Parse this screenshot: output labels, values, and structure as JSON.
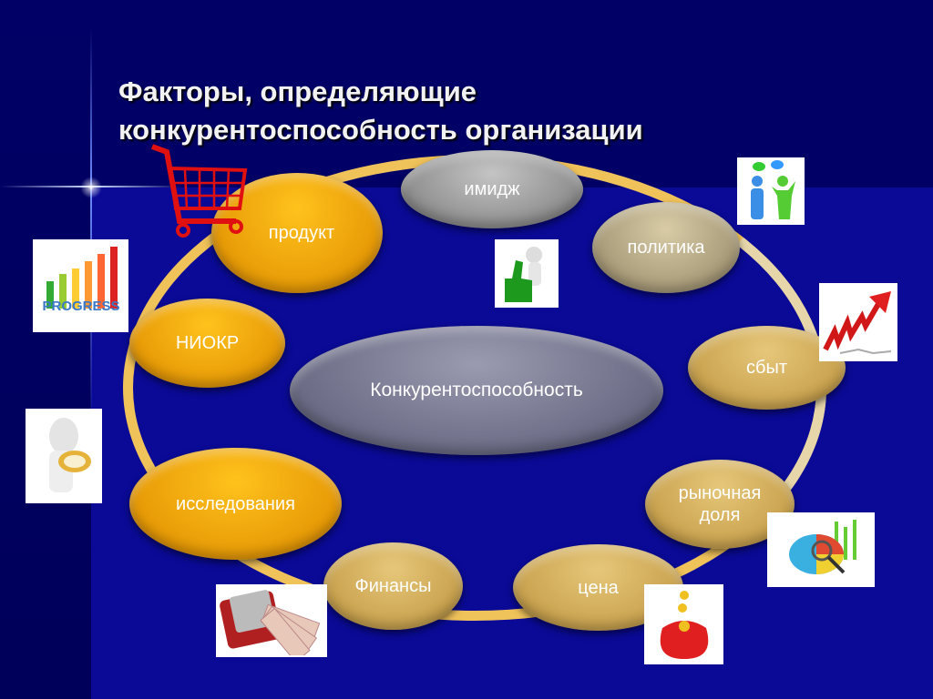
{
  "title": {
    "line1": "Факторы, определяющие",
    "line2": "конкурентоспособность организации"
  },
  "center": "Конкурентоспособность",
  "factors": {
    "product": "продукт",
    "image": "имидж",
    "policy": "политика",
    "sales": "сбыт",
    "market_share": "рыночная доля",
    "price": "цена",
    "finance": "Финансы",
    "research": "исследования",
    "rnd": "НИОКР"
  },
  "pictures": {
    "progress_text": "PROGRESS"
  },
  "colors": {
    "background": "#0a0a96",
    "gold": "#f0a80c",
    "ring": "#f0c25a"
  }
}
